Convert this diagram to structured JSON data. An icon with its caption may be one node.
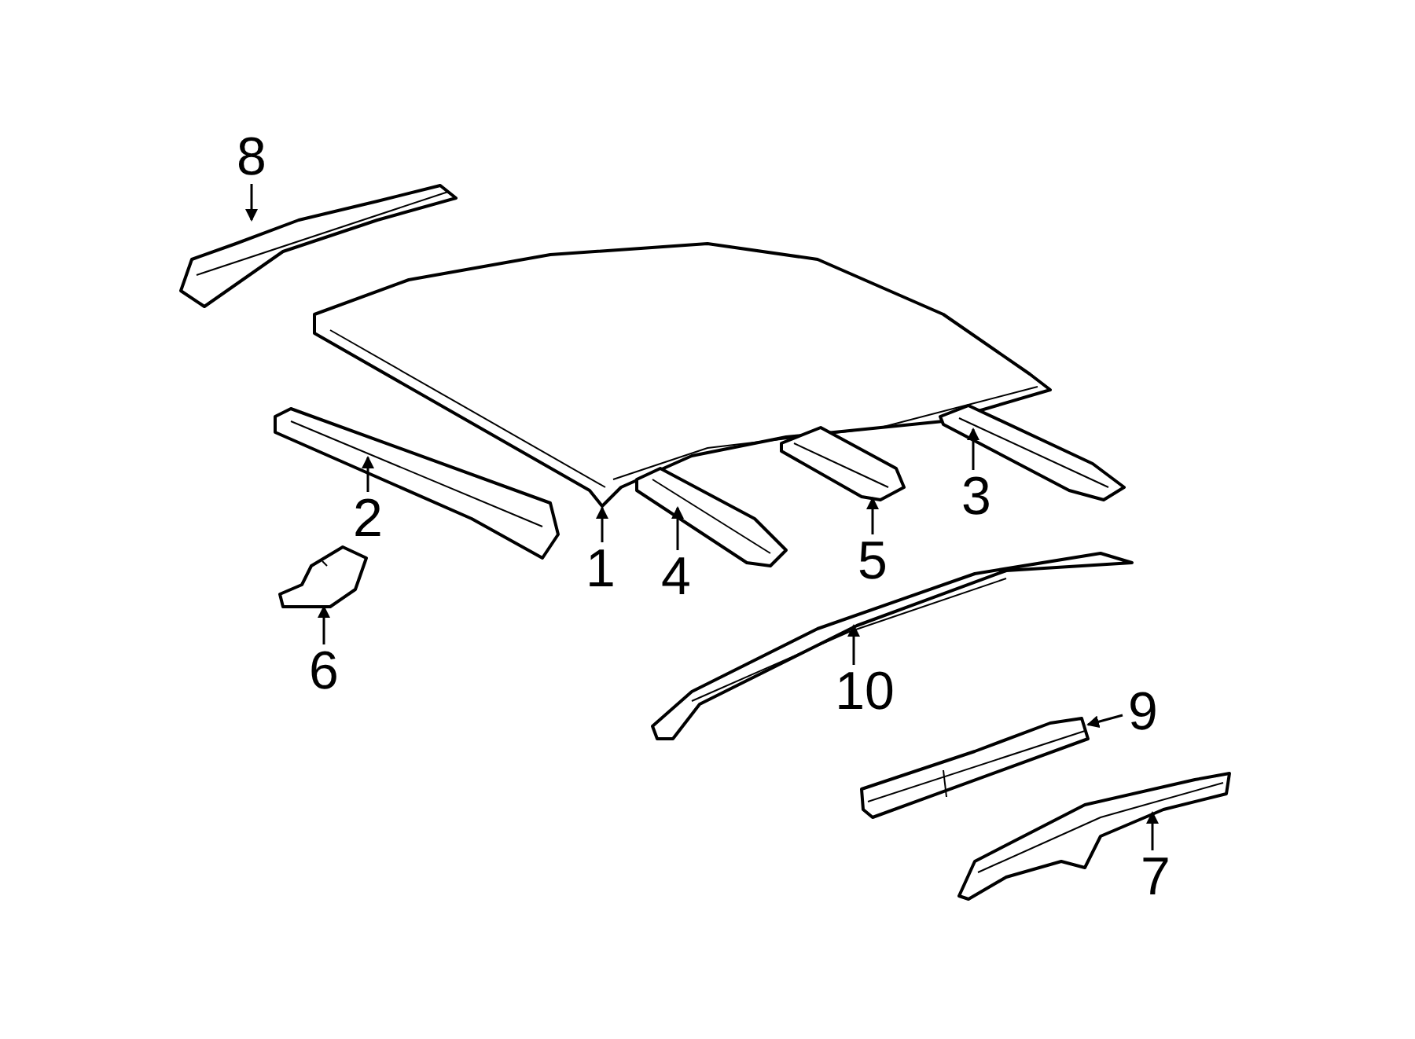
{
  "diagram": {
    "nodes": [
      {
        "text": [
          "8"
        ]
      },
      {
        "text": [
          "2"
        ]
      },
      {
        "text": [
          "1"
        ]
      },
      {
        "text": [
          "4"
        ]
      },
      {
        "text": [
          "5"
        ]
      },
      {
        "text": [
          "3"
        ]
      },
      {
        "text": [
          "6"
        ]
      },
      {
        "text": [
          "10"
        ]
      },
      {
        "text": [
          "9"
        ]
      },
      {
        "text": [
          "7"
        ]
      },
      {
        "text": [],
        "shape": "picture"
      },
      {
        "text": [],
        "shape": "picture"
      },
      {
        "text": [],
        "shape": "picture"
      },
      {
        "text": [],
        "shape": "picture"
      },
      {
        "text": [],
        "shape": "picture"
      },
      {
        "text": [],
        "shape": "picture"
      },
      {
        "text": [],
        "shape": "picture"
      },
      {
        "text": [],
        "shape": "picture"
      },
      {
        "text": [],
        "shape": "picture"
      },
      {
        "text": [],
        "shape": "picture"
      }
    ],
    "edges": [
      {
        "from": 0,
        "to": 10,
        "arrow": "to"
      },
      {
        "from": 1,
        "to": 11,
        "arrow": "to"
      },
      {
        "from": 2,
        "to": 12,
        "arrow": "to"
      },
      {
        "from": 3,
        "to": 13,
        "arrow": "to"
      },
      {
        "from": 4,
        "to": 14,
        "arrow": "to"
      },
      {
        "from": 5,
        "to": 15,
        "arrow": "to"
      },
      {
        "from": 6,
        "to": 16,
        "arrow": "to"
      },
      {
        "from": 7,
        "to": 17,
        "arrow": "to"
      },
      {
        "from": 8,
        "to": 18,
        "arrow": "to"
      },
      {
        "from": 9,
        "to": 19,
        "arrow": "to"
      }
    ]
  }
}
